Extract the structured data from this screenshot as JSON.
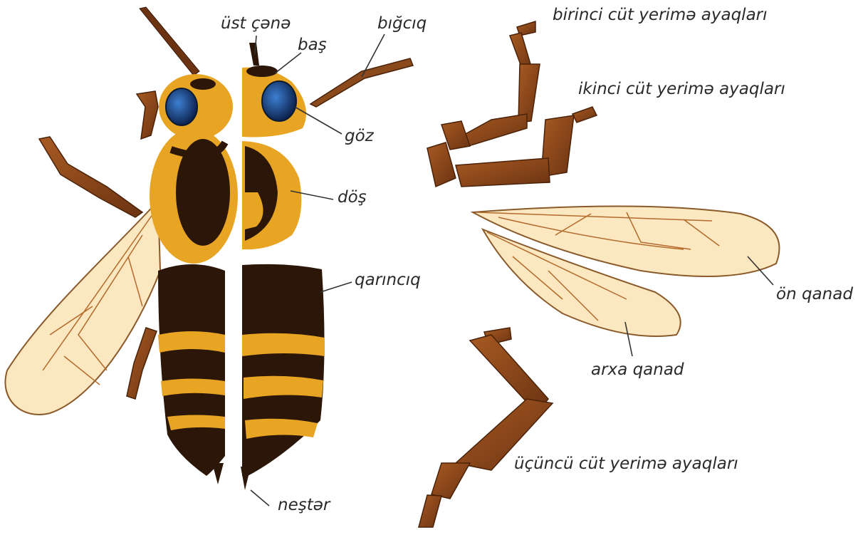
{
  "labels": {
    "mandible": "üst çənə",
    "head": "baş",
    "antenna": "bığcıq",
    "eye": "göz",
    "thorax": "döş",
    "abdomen": "qarıncıq",
    "sting": "neştər",
    "first_legs": "birinci cüt yerimə ayaqları",
    "second_legs": "ikinci cüt yerimə ayaqları",
    "forewing": "ön qanad",
    "hindwing": "arxa qanad",
    "third_legs": "üçüncü cüt yerimə ayaqları"
  },
  "colors": {
    "fur": "#e8a423",
    "dark": "#2b1608",
    "leg": "#8a4a1c",
    "wing": "#fbe8c0",
    "vein": "#b36a2c",
    "eye": "#1e4f9a"
  }
}
